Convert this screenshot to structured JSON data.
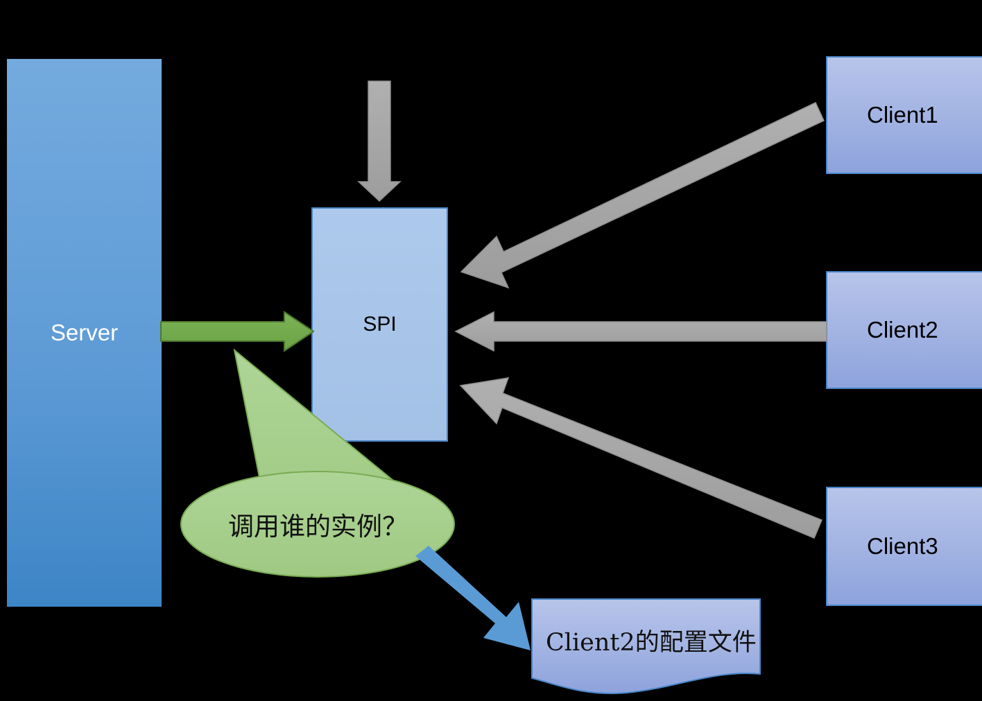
{
  "diagram": {
    "title": "SPI service loading diagram",
    "background_color": "#000000",
    "nodes": {
      "server": {
        "label": "Server",
        "shape": "rectangle",
        "fill_top": "#6fa8dc",
        "fill_bottom": "#3d85c6",
        "text_color": "#ffffff"
      },
      "spi": {
        "label": "SPI",
        "shape": "rectangle",
        "fill": "#a9c7ea",
        "border": "#4a86c8",
        "text_color": "#000000"
      },
      "client1": {
        "label": "Client1",
        "shape": "rectangle",
        "fill_top": "#b4c2e8",
        "fill_bottom": "#8ea2db",
        "border": "#4a86c8",
        "text_color": "#000000"
      },
      "client2": {
        "label": "Client2",
        "shape": "rectangle",
        "fill_top": "#b4c2e8",
        "fill_bottom": "#8ea2db",
        "border": "#4a86c8",
        "text_color": "#000000"
      },
      "client3": {
        "label": "Client3",
        "shape": "rectangle",
        "fill_top": "#b4c2e8",
        "fill_bottom": "#8ea2db",
        "border": "#4a86c8",
        "text_color": "#000000"
      },
      "callout": {
        "label": "调用谁的实例？",
        "shape": "oval-callout",
        "fill": "#a8d08d",
        "border": "#7aab53",
        "text_color": "#111111"
      },
      "config_doc": {
        "label": "Client2的配置文件",
        "shape": "document",
        "fill_top": "#b4c2e8",
        "fill_bottom": "#8ea2db",
        "border": "#4a86c8",
        "text_color": "#111111"
      }
    },
    "connectors": [
      {
        "name": "down-arrow-into-spi",
        "from": "top",
        "to": "spi",
        "color": "#a6a6a6",
        "border": "#808080",
        "style": "block-arrow-down"
      },
      {
        "name": "server-to-spi-arrow",
        "from": "server",
        "to": "spi",
        "color": "#70ad47",
        "border": "#4b7b2c",
        "style": "block-arrow-right"
      },
      {
        "name": "client1-to-spi-arrow",
        "from": "client1",
        "to": "spi",
        "color": "#a6a6a6",
        "border": "#808080",
        "style": "block-arrow-diagonal"
      },
      {
        "name": "client2-to-spi-arrow",
        "from": "client2",
        "to": "spi",
        "color": "#a6a6a6",
        "border": "#808080",
        "style": "block-arrow-left"
      },
      {
        "name": "client3-to-spi-arrow",
        "from": "client3",
        "to": "spi",
        "color": "#a6a6a6",
        "border": "#808080",
        "style": "block-arrow-diagonal"
      },
      {
        "name": "callout-to-config-arrow",
        "from": "callout",
        "to": "config_doc",
        "color": "#5b9bd5",
        "style": "line-arrow"
      }
    ]
  }
}
